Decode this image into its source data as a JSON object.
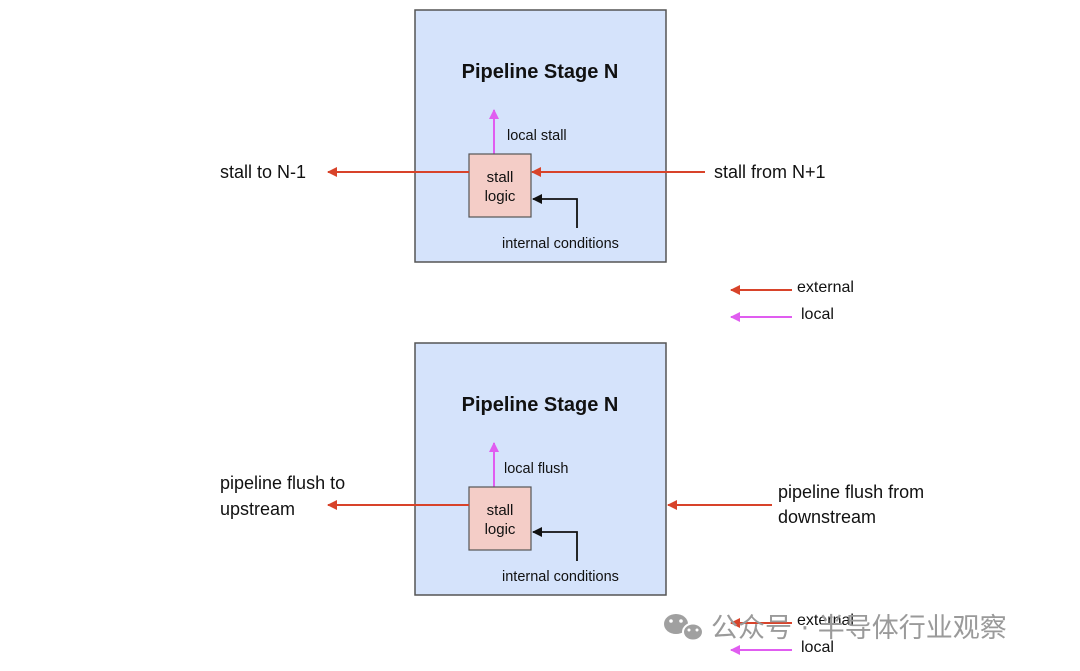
{
  "colors": {
    "external": "#d8432a",
    "local": "#e05df0",
    "internal": "#111111",
    "stage_fill": "#d5e3fb",
    "logic_fill": "#f4cdc7"
  },
  "stall_panel": {
    "stage_title": "Pipeline Stage N",
    "logic_line1": "stall",
    "logic_line2": "logic",
    "local_label": "local stall",
    "internal_label": "internal conditions",
    "left_label": "stall to N-1",
    "right_label": "stall from N+1",
    "legend_external": "external",
    "legend_local": "local"
  },
  "flush_panel": {
    "stage_title": "Pipeline Stage N",
    "logic_line1": "stall",
    "logic_line2": "logic",
    "local_label": "local flush",
    "internal_label": "internal conditions",
    "left_label_line1": "pipeline flush to",
    "left_label_line2": "upstream",
    "right_label_line1": "pipeline flush from",
    "right_label_line2": "downstream",
    "legend_external": "external",
    "legend_local": "local"
  },
  "watermark": {
    "text": "公众号 · 半导体行业观察",
    "icon": "wechat-icon"
  }
}
